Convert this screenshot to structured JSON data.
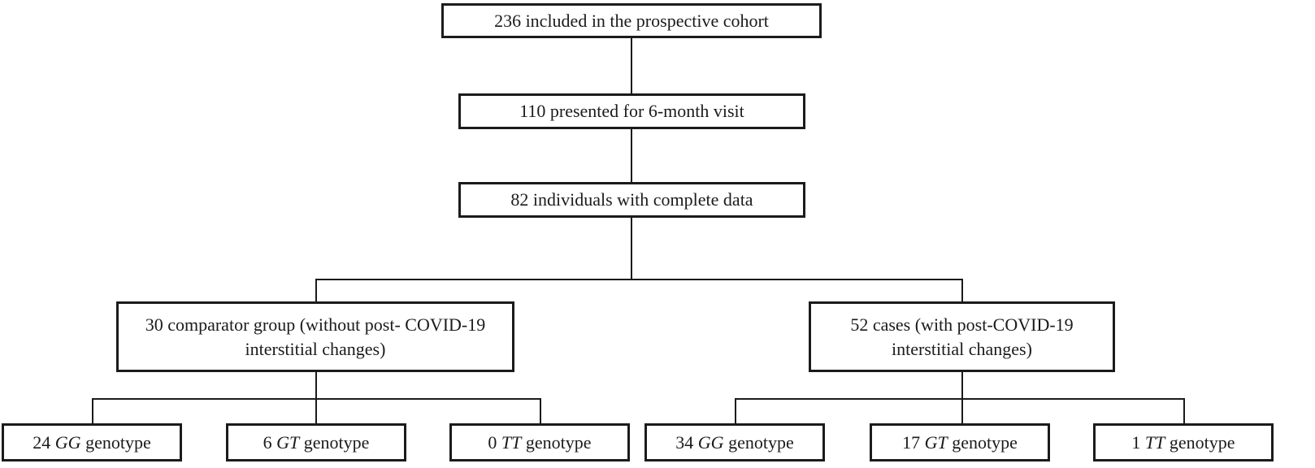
{
  "figure": {
    "kind": "study-flow-diagram",
    "ink_color": "#1b1b1b",
    "background_color": "#ffffff"
  },
  "nodes": {
    "cohort": {
      "label": "236 included in the prospective cohort"
    },
    "visit": {
      "label": "110 presented for 6-month visit"
    },
    "complete": {
      "label": "82 individuals with complete data"
    },
    "comparator": {
      "line1": "30 comparator group (without post- COVID-19",
      "line2": "interstitial changes)"
    },
    "cases": {
      "line1": "52 cases (with post-COVID-19",
      "line2": "interstitial changes)"
    },
    "leaves": [
      {
        "count": "24",
        "genotype": "GG",
        "suffix": "genotype"
      },
      {
        "count": "6",
        "genotype": "GT",
        "suffix": "genotype"
      },
      {
        "count": "0",
        "genotype": "TT",
        "suffix": "genotype"
      },
      {
        "count": "34",
        "genotype": "GG",
        "suffix": "genotype"
      },
      {
        "count": "17",
        "genotype": "GT",
        "suffix": "genotype"
      },
      {
        "count": "1",
        "genotype": "TT",
        "suffix": "genotype"
      }
    ]
  }
}
